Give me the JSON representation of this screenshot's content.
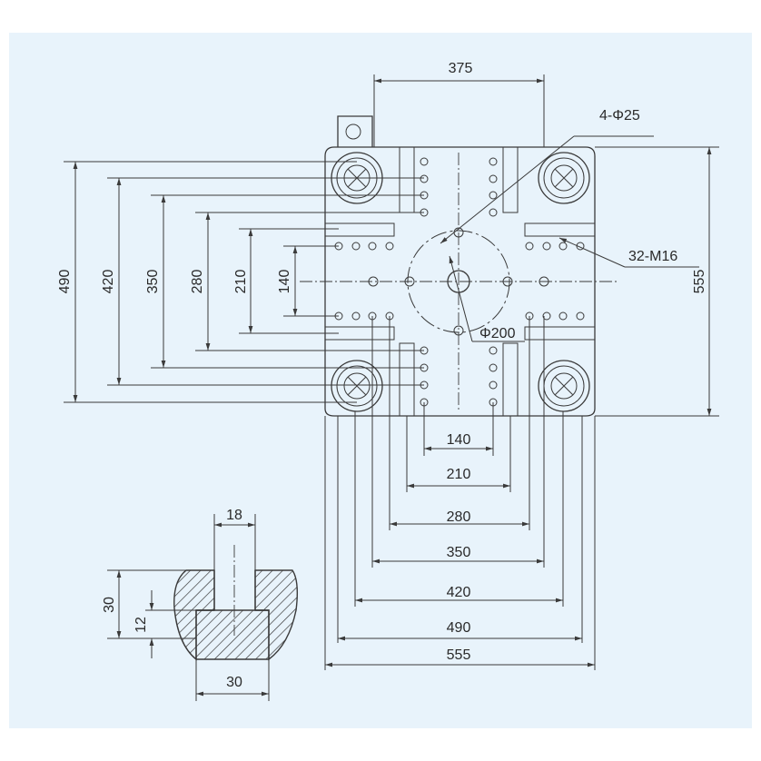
{
  "drawing": {
    "background_color": "#e8f3fb",
    "line_color": "#3a3a3a",
    "top_dimensions": {
      "width_375": "375"
    },
    "callouts": {
      "holes_4_phi25": "4-Φ25",
      "threads_32_m16": "32-M16",
      "center_phi200": "Φ200"
    },
    "left_dimensions": [
      "490",
      "420",
      "350",
      "280",
      "210",
      "140"
    ],
    "right_dimensions": {
      "height_555": "555"
    },
    "bottom_dimensions": [
      "140",
      "210",
      "280",
      "350",
      "420",
      "490",
      "555"
    ],
    "t_slot_detail": {
      "top_width": "18",
      "depth_30": "30",
      "depth_12": "12",
      "bottom_width": "30"
    }
  }
}
